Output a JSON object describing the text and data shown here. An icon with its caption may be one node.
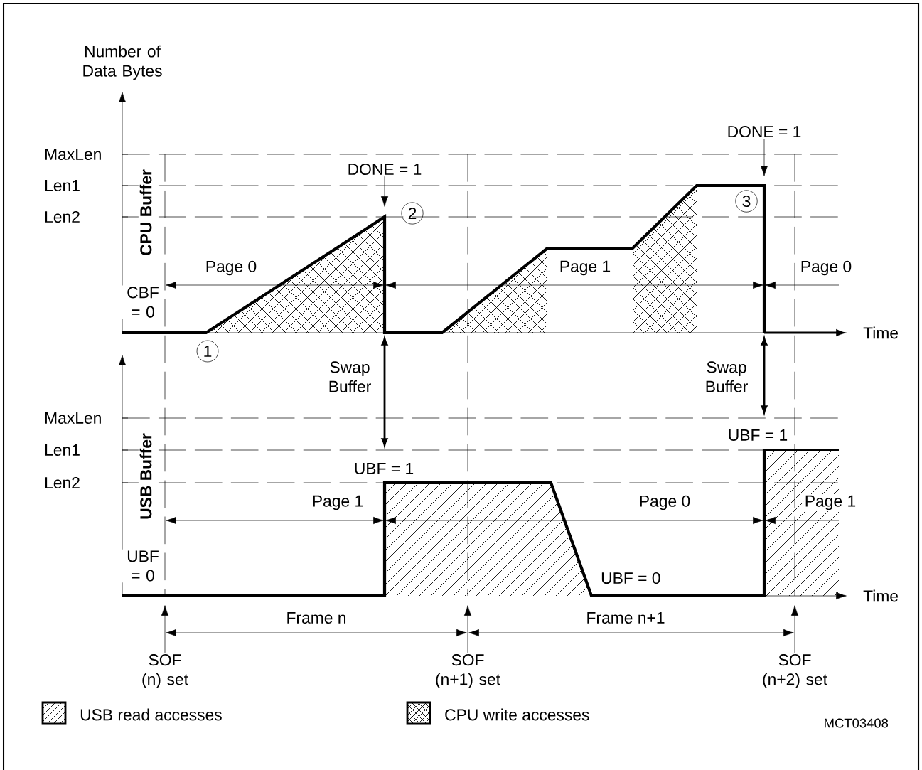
{
  "diagram": {
    "nodes": [
      {
        "text": [
          "DONE = 1"
        ]
      },
      {
        "text": [
          "DONE = 1"
        ]
      },
      {
        "text": [
          "2"
        ]
      },
      {
        "text": [
          "3"
        ]
      },
      {
        "text": [
          "1"
        ]
      },
      {
        "text": [
          "SOF (n) set"
        ]
      },
      {
        "text": [
          "SOF (n+1) set"
        ]
      },
      {
        "text": [
          "SOF (n+2) set"
        ]
      }
    ],
    "edges": [
      {
        "from": 0,
        "to": null,
        "arrow": "to"
      },
      {
        "from": 1,
        "to": null,
        "arrow": "to"
      },
      {
        "from": 5,
        "to": null,
        "arrow": "to"
      },
      {
        "from": 6,
        "to": null,
        "arrow": "to"
      },
      {
        "from": 7,
        "to": null,
        "arrow": "to"
      }
    ],
    "labels": [
      "Number of Data Bytes",
      "MaxLen",
      "Len1",
      "Len2",
      "CPU Buffer",
      "Page 0",
      "Page 1",
      "Page 0",
      "CBF = 0",
      "Time",
      "Swap Buffer",
      "Swap Buffer",
      "MaxLen",
      "UBF = 1",
      "Len1",
      "USB Buffer",
      "Len2",
      "UBF = 1",
      "Page 1",
      "Page 0",
      "Page 1",
      "UBF = 0",
      "UBF = 0",
      "Time",
      "Frame n",
      "Frame n+1",
      "MCT03408"
    ],
    "legend": [
      {
        "text": "USB read accesses"
      },
      {
        "text": "CPU write accesses"
      }
    ]
  }
}
